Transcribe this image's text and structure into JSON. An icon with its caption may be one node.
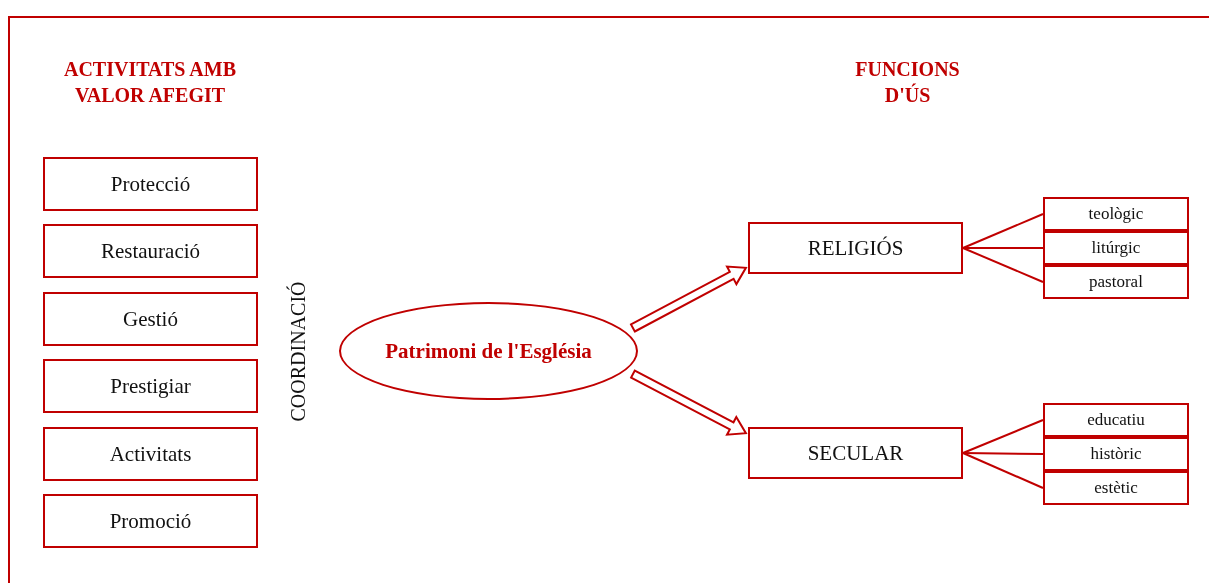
{
  "diagram": {
    "nodes": [
      {
        "text": [
          "Protecció"
        ]
      },
      {
        "text": [
          "Restauració"
        ]
      },
      {
        "text": [
          "Gestió"
        ]
      },
      {
        "text": [
          "Prestigiar"
        ]
      },
      {
        "text": [
          "Activitats"
        ]
      },
      {
        "text": [
          "Promoció"
        ]
      },
      {
        "text": [
          "Patrimoni de l'Església"
        ]
      },
      {
        "text": [
          "RELIGIÓS"
        ]
      },
      {
        "text": [
          "teològic"
        ]
      },
      {
        "text": [
          "litúrgic"
        ]
      },
      {
        "text": [
          "pastoral"
        ]
      },
      {
        "text": [
          "SECULAR"
        ]
      },
      {
        "text": [
          "educatiu"
        ]
      },
      {
        "text": [
          "històric"
        ]
      },
      {
        "text": [
          "estètic"
        ]
      }
    ],
    "edges": [
      {
        "from": 6,
        "to": 7,
        "arrow": "to"
      },
      {
        "from": 6,
        "to": 11,
        "arrow": "to"
      },
      {
        "from": 7,
        "to": 8,
        "arrow": "none"
      },
      {
        "from": 7,
        "to": 9,
        "arrow": "none"
      },
      {
        "from": 7,
        "to": 10,
        "arrow": "none"
      },
      {
        "from": 11,
        "to": 12,
        "arrow": "none"
      },
      {
        "from": 11,
        "to": 13,
        "arrow": "none"
      },
      {
        "from": 11,
        "to": 14,
        "arrow": "none"
      }
    ],
    "labels": [
      "ACTIVITATS AMB VALOR AFEGIT",
      "FUNCIONS D'ÚS",
      "COORDINACIÓ"
    ]
  }
}
